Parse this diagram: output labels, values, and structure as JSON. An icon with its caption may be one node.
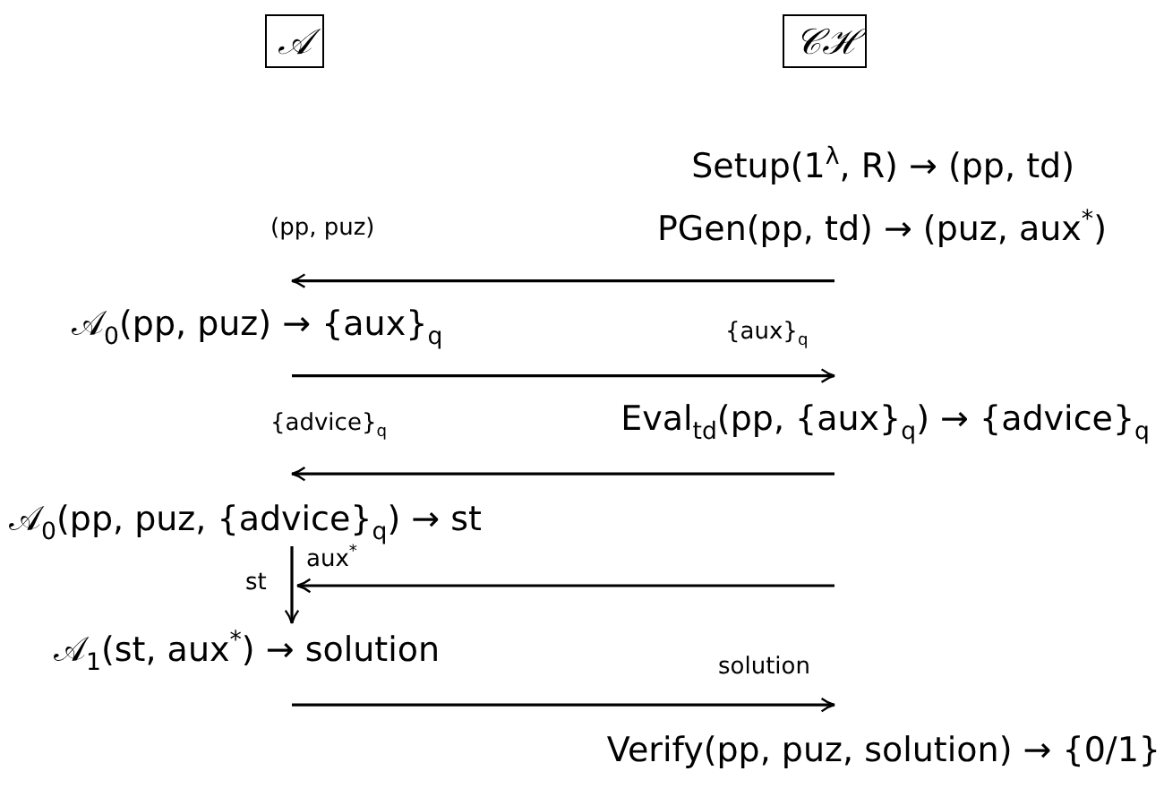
{
  "diagram": {
    "nodes": [
      {
        "text": [
          "𝒜"
        ]
      },
      {
        "text": [
          "𝒞ℋ"
        ]
      },
      {
        "text": [
          "Setup(1$^{λ}$, R) → (pp, td)"
        ]
      },
      {
        "text": [
          "PGen(pp, td) → (puz, aux$^{*}$)"
        ]
      },
      {
        "text": [
          "𝒜$_{0}$(pp, puz) → {aux}$_{q}$"
        ]
      },
      {
        "text": [
          "Eval$_{td}$(pp, {aux}$_{q}$) → {advice}$_{q}$"
        ]
      },
      {
        "text": [
          "𝒜$_{0}$(pp, puz, {advice}$_{q}$) → st"
        ]
      },
      {
        "text": [
          "𝒜$_{1}$(st, aux$^{*}$) → solution"
        ]
      },
      {
        "text": [
          "Verify(pp, puz, solution) → {0/1}"
        ]
      }
    ],
    "edges": [
      {
        "from": 3,
        "to": 4,
        "arrow": "to",
        "label": "(pp, puz)"
      },
      {
        "from": 4,
        "to": 5,
        "arrow": "to",
        "label": "{aux}$_{q}$"
      },
      {
        "from": 5,
        "to": 6,
        "arrow": "to",
        "label": "{advice}$_{q}$"
      },
      {
        "from": 6,
        "to": 7,
        "arrow": "to",
        "label": "st"
      },
      {
        "from": null,
        "to": 7,
        "arrow": "to",
        "label": "aux$^{*}$"
      },
      {
        "from": 7,
        "to": 8,
        "arrow": "to",
        "label": "solution"
      }
    ]
  }
}
